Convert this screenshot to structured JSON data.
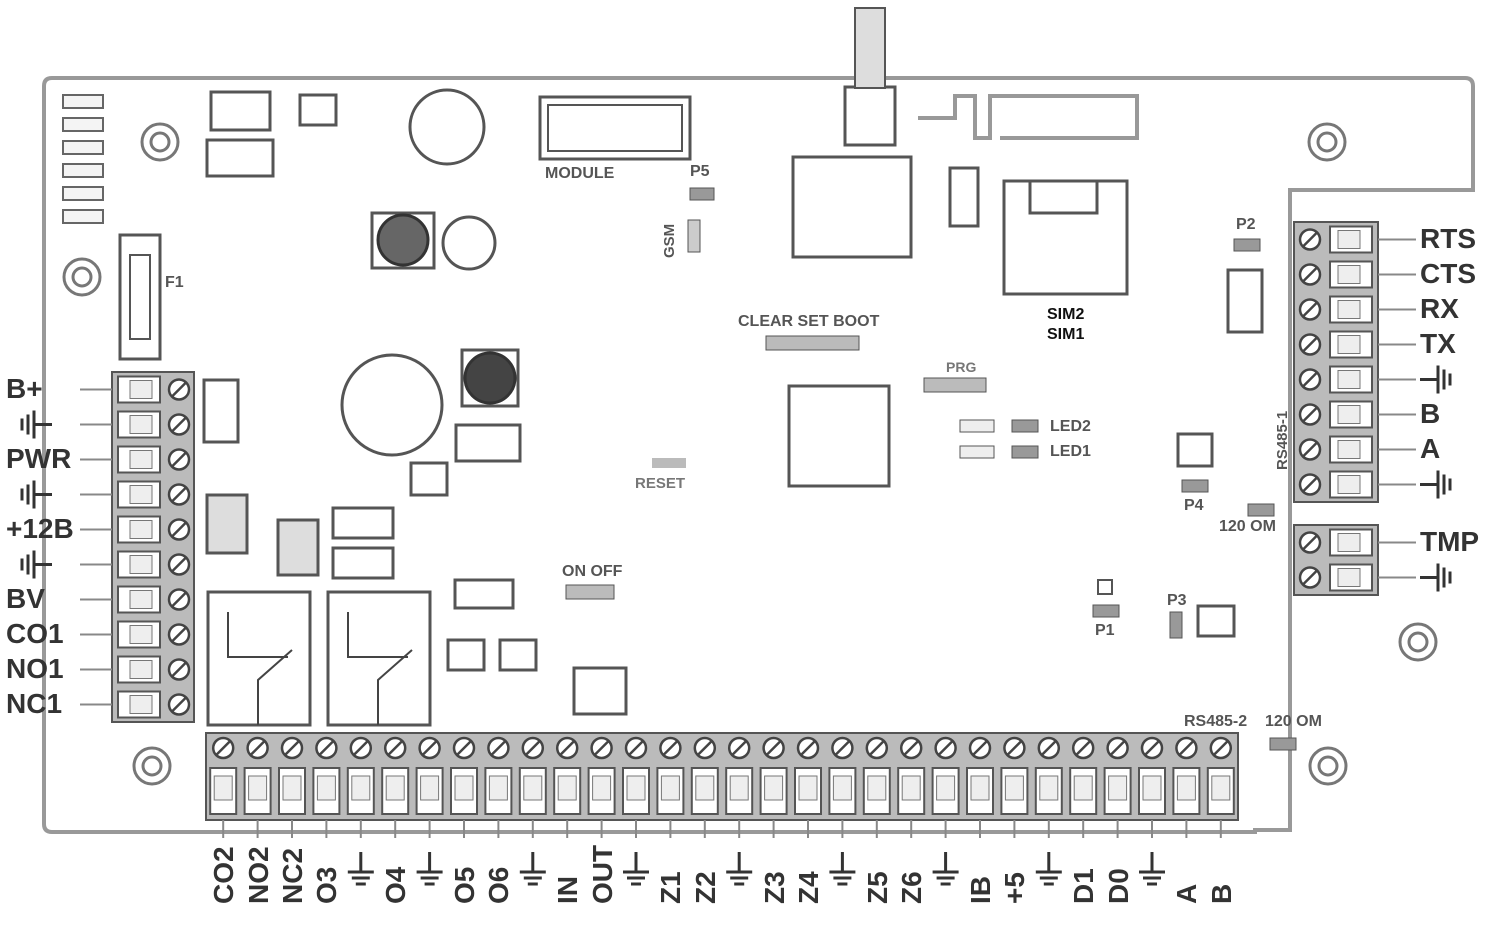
{
  "labels": {
    "module": "MODULE",
    "p5": "P5",
    "gsm": "GSM",
    "f1": "F1",
    "clear_set_boot": "CLEAR SET BOOT",
    "sim2": "SIM2",
    "sim1": "SIM1",
    "p2": "P2",
    "prg": "PRG",
    "led2": "LED2",
    "led1": "LED1",
    "reset": "RESET",
    "on_off": "ON OFF",
    "p4": "P4",
    "om_right": "120 OM",
    "p1": "P1",
    "p3": "P3",
    "rs485_2": "RS485-2",
    "om_bottom": "120 OM",
    "rs485_1": "RS485-1"
  },
  "left_terminals": [
    "B+",
    "",
    "PWR",
    "",
    "+12B",
    "",
    "BV",
    "CO1",
    "NO1",
    "NC1"
  ],
  "right_terminals_top": [
    "RTS",
    "CTS",
    "RX",
    "TX",
    "",
    "B",
    "A",
    ""
  ],
  "right_terminals_tmp": [
    "TMP",
    ""
  ],
  "bottom_terminals": [
    "CO2",
    "NO2",
    "NC2",
    "O3",
    "",
    "O4",
    "",
    "O5",
    "O6",
    "",
    "IN",
    "OUT",
    "",
    "Z1",
    "Z2",
    "",
    "Z3",
    "Z4",
    "",
    "Z5",
    "Z6",
    "",
    "IB",
    "+5",
    "",
    "D1",
    "D0",
    "",
    "A",
    "B"
  ]
}
